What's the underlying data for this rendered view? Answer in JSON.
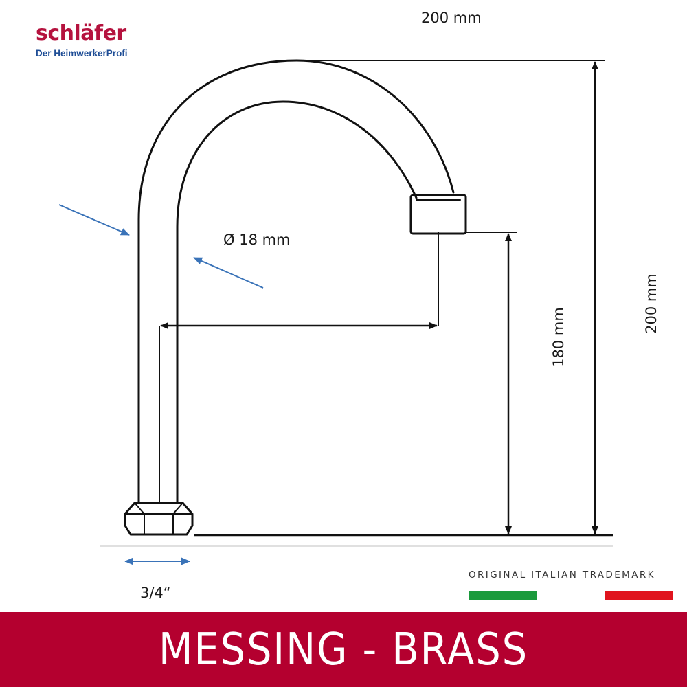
{
  "brand": {
    "name": "schläfer",
    "tagline": "Der HeimwerkerProfi",
    "name_color": "#b5123e",
    "tagline_color": "#1f4e96"
  },
  "dimensions": {
    "top_width": "200 mm",
    "diameter": "Ø 18 mm",
    "outlet_height": "180 mm",
    "total_height": "200 mm",
    "connection": "3/4“"
  },
  "trademark": {
    "text": "ORIGINAL ITALIAN TRADEMARK",
    "green": "#1b9a3c",
    "red": "#e0141e"
  },
  "banner": {
    "text": "MESSING - BRASS",
    "background": "#b4002f"
  },
  "icons": [
    "dimension-arrow",
    "indicator-arrow",
    "hex-nut",
    "faucet-spout"
  ]
}
